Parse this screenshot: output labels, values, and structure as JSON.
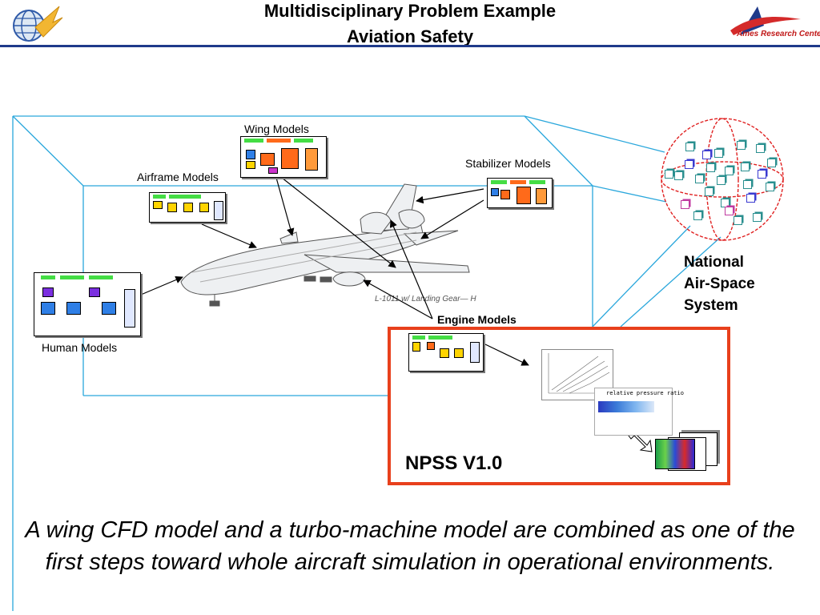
{
  "header": {
    "title_line1": "Multidisciplinary Problem Example",
    "title_line2": "Aviation Safety",
    "right_logo_text": "Ames Research Center",
    "left_logo_icon": "globe-with-wing-icon",
    "right_logo_icon": "nasa-ames-swoosh-icon",
    "rule_color": "#1f3a8a"
  },
  "labels": {
    "wing_models": "Wing Models",
    "stabilizer_models": "Stabilizer Models",
    "airframe_models": "Airframe Models",
    "human_models": "Human Models",
    "engine_models": "Engine Models",
    "aircraft_tag": "L-1011 w/ Landing Gear— H",
    "npss": "NPSS V1.0",
    "national_airspace": [
      "National",
      "Air-Space",
      "System"
    ]
  },
  "plot_text": {
    "pressure_ratio": "relative pressure ratio"
  },
  "caption": "A wing CFD model and a turbo-machine model are combined as one of the first steps toward whole aircraft simulation in operational environments.",
  "colors": {
    "frame_lines": "#2aa7dc",
    "npss_border": "#e8401c",
    "sphere": "#e02020",
    "model_green": "#44dd44",
    "model_orange": "#ff6a1a",
    "model_blue": "#2f7fe6",
    "model_purple": "#7b2fe0",
    "cube_colors": [
      "#2a8f8f",
      "#3a3ad0",
      "#c03aa0"
    ]
  }
}
